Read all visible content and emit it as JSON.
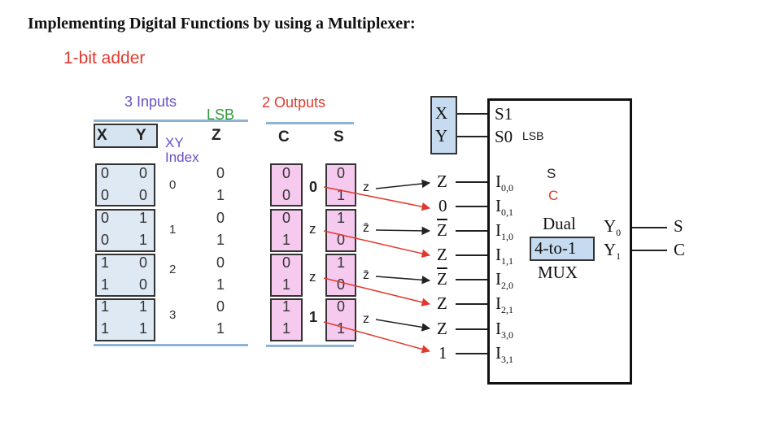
{
  "title": "Implementing Digital Functions by using a Multiplexer:",
  "subtitle": "1-bit adder",
  "table": {
    "inputs_label": "3 Inputs",
    "lsb_label": "LSB",
    "outputs_label": "2 Outputs",
    "xy_label": "XY",
    "index_label": "Index",
    "headers": [
      "X",
      "Y",
      "Z",
      "C",
      "S"
    ],
    "rows": [
      {
        "x": "0",
        "y": "0",
        "z": "0",
        "c": "0",
        "s": "0"
      },
      {
        "x": "0",
        "y": "0",
        "z": "1",
        "c": "0",
        "s": "1"
      },
      {
        "x": "0",
        "y": "1",
        "z": "0",
        "c": "0",
        "s": "1"
      },
      {
        "x": "0",
        "y": "1",
        "z": "1",
        "c": "1",
        "s": "0"
      },
      {
        "x": "1",
        "y": "0",
        "z": "0",
        "c": "0",
        "s": "1"
      },
      {
        "x": "1",
        "y": "0",
        "z": "1",
        "c": "1",
        "s": "0"
      },
      {
        "x": "1",
        "y": "1",
        "z": "0",
        "c": "1",
        "s": "0"
      },
      {
        "x": "1",
        "y": "1",
        "z": "1",
        "c": "1",
        "s": "1"
      }
    ],
    "indices": [
      "0",
      "1",
      "2",
      "3"
    ],
    "c_functions": [
      "0",
      "z",
      "z",
      "1"
    ],
    "s_functions": [
      "z",
      "z̄",
      "z̄",
      "z"
    ]
  },
  "mux": {
    "select_inputs": [
      "X",
      "Y"
    ],
    "select_pins": [
      "S1",
      "S0"
    ],
    "lsb_label": "LSB",
    "data_inputs": [
      "Z",
      "0",
      "Z",
      "Z",
      "Z",
      "Z",
      "Z",
      "1"
    ],
    "data_inputs_overlined": [
      false,
      false,
      true,
      false,
      true,
      false,
      false,
      false
    ],
    "pins": [
      {
        "main": "I",
        "sub": "0,0"
      },
      {
        "main": "I",
        "sub": "0,1"
      },
      {
        "main": "I",
        "sub": "1,0"
      },
      {
        "main": "I",
        "sub": "1,1"
      },
      {
        "main": "I",
        "sub": "2,0"
      },
      {
        "main": "I",
        "sub": "2,1"
      },
      {
        "main": "I",
        "sub": "3,0"
      },
      {
        "main": "I",
        "sub": "3,1"
      }
    ],
    "s_tag": "S",
    "c_tag": "C",
    "name_line1": "Dual",
    "name_line2": "4-to-1",
    "name_line3": "MUX",
    "outputs": [
      {
        "main": "Y",
        "sub": "0",
        "label": "S"
      },
      {
        "main": "Y",
        "sub": "1",
        "label": "C"
      }
    ]
  },
  "colors": {
    "arrow_red": "#e03a2e",
    "label_purple": "#6a4fc4",
    "lsb_green": "#2e9a3c",
    "pink": "#f6c9ef",
    "blue": "#dfe9f4"
  }
}
